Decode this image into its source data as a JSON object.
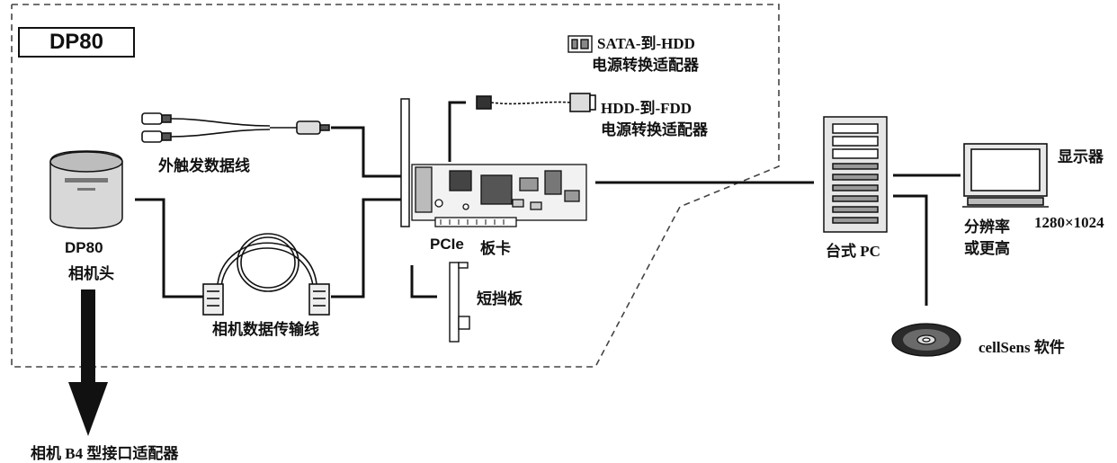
{
  "title": "DP80",
  "labels": {
    "sata_line1": "SATA-到-HDD",
    "sata_line2": "电源转换适配器",
    "hdd_line1": "HDD-到-FDD",
    "hdd_line2": "电源转换适配器",
    "trigger_cable": "外触发数据线",
    "camera_model": "DP80",
    "camera_head": "相机头",
    "pcie": "PCIe",
    "board": "板卡",
    "short_bracket": "短挡板",
    "data_cable": "相机数据传输线",
    "desktop_pc": "台式 PC",
    "monitor": "显示器",
    "resolution_line1": "分辨率",
    "resolution_line2": "或更高",
    "resolution_value": "1280×1024",
    "software": "cellSens 软件",
    "adapter": "相机 B4 型接口适配器"
  }
}
